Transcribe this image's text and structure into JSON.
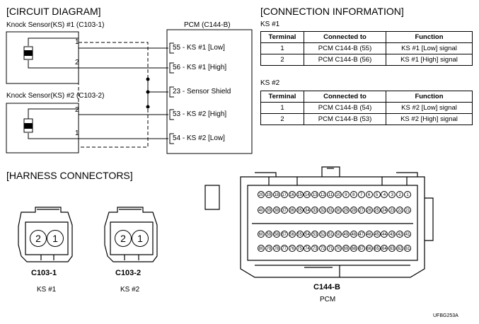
{
  "circuit": {
    "heading": "[CIRCUIT DIAGRAM]",
    "ks1_label": "Knock Sensor(KS) #1 (C103-1)",
    "ks2_label": "Knock Sensor(KS) #2 (C103-2)",
    "pcm_label": "PCM (C144-B)",
    "wire_nums": [
      "1",
      "2",
      "2",
      "1"
    ],
    "pcm_pins": [
      "55 - KS #1 [Low]",
      "56 - KS #1 [High]",
      "23 - Sensor Shield",
      "53 - KS #2 [High]",
      "54 - KS #2 [Low]"
    ]
  },
  "connection": {
    "heading": "[CONNECTION INFORMATION]",
    "ks1_label": "KS #1",
    "ks2_label": "KS #2",
    "headers": [
      "Terminal",
      "Connected to",
      "Function"
    ],
    "ks1_rows": [
      [
        "1",
        "PCM C144-B (55)",
        "KS #1 [Low] signal"
      ],
      [
        "2",
        "PCM C144-B (56)",
        "KS #1 [High] signal"
      ]
    ],
    "ks2_rows": [
      [
        "1",
        "PCM C144-B (54)",
        "KS #2 [Low] signal"
      ],
      [
        "2",
        "PCM C144-B (53)",
        "KS #2 [High] signal"
      ]
    ]
  },
  "harness": {
    "heading": "[HARNESS CONNECTORS]",
    "c1_name": "C103-1",
    "c1_sub": "KS #1",
    "c2_name": "C103-2",
    "c2_sub": "KS #2",
    "c1_pins": [
      "2",
      "1"
    ],
    "c2_pins": [
      "2",
      "1"
    ],
    "pcm_name": "C144-B",
    "pcm_sub": "PCM"
  },
  "pcm_pin_rows": [
    [
      "20",
      "19",
      "18",
      "17",
      "16",
      "15",
      "14",
      "13",
      "12",
      "11",
      "10",
      "9",
      "8",
      "7",
      "6",
      "5",
      "4",
      "3",
      "2",
      "1"
    ],
    [
      "40",
      "39",
      "38",
      "37",
      "36",
      "35",
      "34",
      "33",
      "32",
      "31",
      "30",
      "29",
      "28",
      "27",
      "26",
      "25",
      "24",
      "23",
      "22",
      "21"
    ],
    [
      "60",
      "59",
      "58",
      "57",
      "56",
      "55",
      "54",
      "53",
      "52",
      "51",
      "50",
      "49",
      "48",
      "47",
      "46",
      "45",
      "44",
      "43",
      "42",
      "41"
    ],
    [
      "80",
      "79",
      "78",
      "77",
      "76",
      "75",
      "74",
      "73",
      "72",
      "71",
      "70",
      "69",
      "68",
      "67",
      "66",
      "65",
      "64",
      "63",
      "62",
      "61"
    ]
  ],
  "figure_code": "UFBG253A"
}
